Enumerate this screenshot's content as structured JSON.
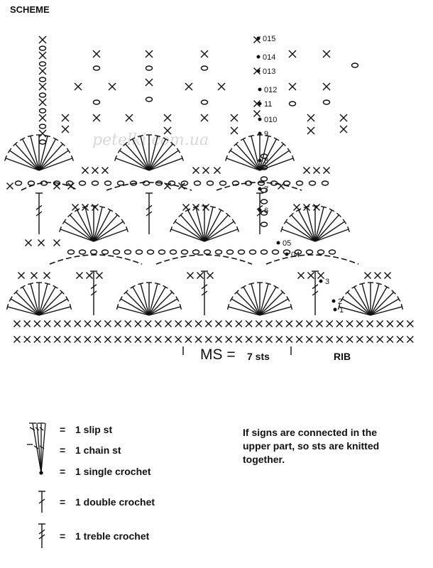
{
  "title": "SCHEME",
  "watermark": "petelki.com.ua",
  "motif": {
    "label": "MS =",
    "value": "7 sts",
    "rib_label": "RIB"
  },
  "row_numbers": [
    "1",
    "2",
    "3",
    "04",
    "05",
    "6",
    "7",
    "8",
    "9",
    "010",
    "11",
    "012",
    "013",
    "014",
    "015"
  ],
  "legend": [
    {
      "eq": "=",
      "text": "1 slip st",
      "icon": "slip-st-icon"
    },
    {
      "eq": "=",
      "text": "1 chain st",
      "icon": "chain-st-icon"
    },
    {
      "eq": "=",
      "text": "1 single crochet",
      "icon": "single-crochet-icon"
    },
    {
      "eq": "=",
      "text": "1 double crochet",
      "icon": "double-crochet-icon"
    },
    {
      "eq": "=",
      "text": "1 treble crochet",
      "icon": "treble-crochet-icon"
    }
  ],
  "note": "If signs are connected in the upper part, so sts are knitted together."
}
